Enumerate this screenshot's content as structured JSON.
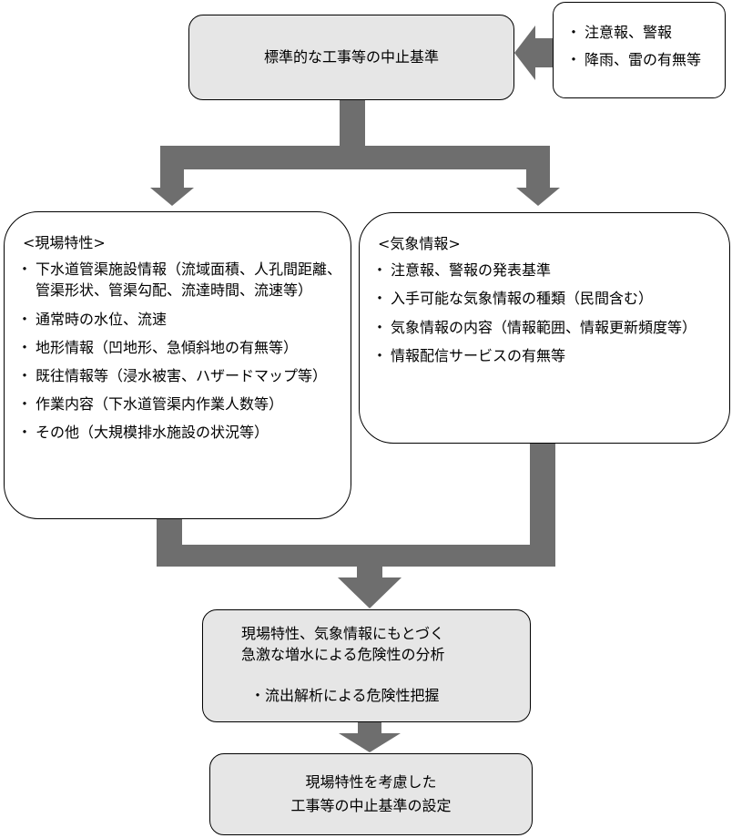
{
  "standard_box": {
    "title": "標準的な工事等の中止基準"
  },
  "warning_box": {
    "items": [
      "注意報、警報",
      "降雨、雷の有無等"
    ]
  },
  "site_box": {
    "heading": "<現場特性>",
    "items": [
      "下水道管渠施設情報（流域面積、人孔間距離、管渠形状、管渠勾配、流達時間、流速等）",
      "通常時の水位、流速",
      "地形情報（凹地形、急傾斜地の有無等）",
      "既往情報等（浸水被害、ハザードマップ等）",
      "作業内容（下水道管渠内作業人数等）",
      "その他（大規模排水施設の状況等）"
    ]
  },
  "weather_box": {
    "heading": "<気象情報>",
    "items": [
      "注意報、警報の発表基準",
      "入手可能な気象情報の種類（民間含む）",
      "気象情報の内容（情報範囲、情報更新頻度等）",
      "情報配信サービスの有無等"
    ]
  },
  "analysis_box": {
    "line1": "現場特性、気象情報にもとづく",
    "line2": "急激な増水による危険性の分析",
    "sub": "・流出解析による危険性把握"
  },
  "final_box": {
    "line1": "現場特性を考慮した",
    "line2": "工事等の中止基準の設定"
  },
  "colors": {
    "arrow": "#6e6e6e",
    "box_fill": "#e6e6e6",
    "border": "#000000"
  }
}
